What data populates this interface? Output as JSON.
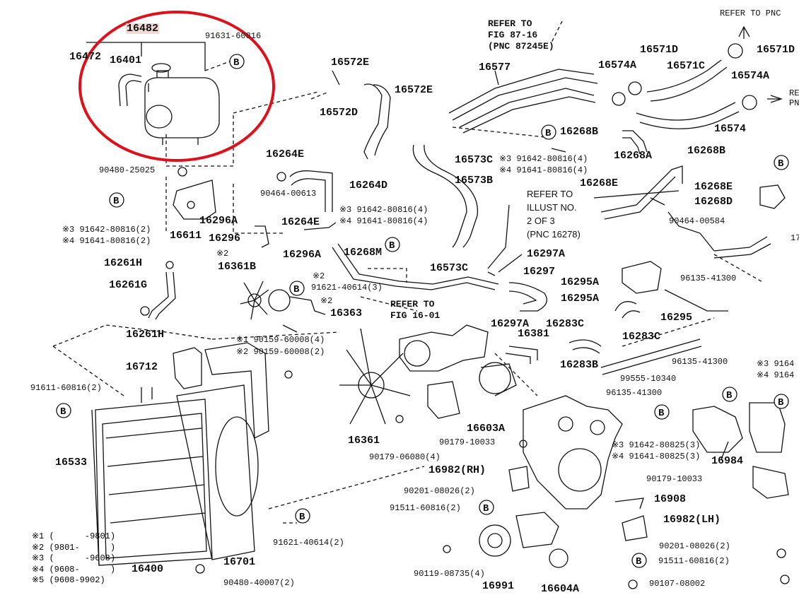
{
  "labels": {
    "l16482": "16482",
    "l91631_60816": "91631-60816",
    "l16472": "16472",
    "l16401": "16401",
    "l90480_25025": "90480-25025",
    "l91642_80816_2": "※3 91642-80816(2)",
    "l91641_80816_2": "※4 91641-80816(2)",
    "l16611": "16611",
    "l16261H_a": "16261H",
    "l16261G": "16261G",
    "l16261H_b": "16261H",
    "l16712": "16712",
    "l91611_60816": "91611-60816(2)",
    "l16533": "16533",
    "l16400": "16400",
    "l16701": "16701",
    "l90480_40007": "90480-40007(2)",
    "l91621_40614_2": "91621-40614(2)",
    "l16572E": "16572E",
    "l16572E_b": "16572E",
    "l16572D": "16572D",
    "l16577": "16577",
    "l16264E": "16264E",
    "l16264D": "16264D",
    "l90464_00613": "90464-00613",
    "l16296A": "16296A",
    "l16264E_b": "16264E",
    "l16296": "16296",
    "l16296A_b": "16296A",
    "l16268M": "16268M",
    "l16361B": "16361B",
    "l16361B_mark": "※2",
    "l91621_40614_3": "91621-40614(3)",
    "l91621_mark": "※2",
    "l16363": "16363",
    "l16363_mark": "※2",
    "l90159_a": "※1 90159-60008(4)",
    "l90159_b": "※2 90159-60008(2)",
    "l16573C": "16573C",
    "l16573B": "16573B",
    "l16573C_b": "16573C",
    "l91642_80816_4": "※3 91642-80816(4)",
    "l91641_80816_4": "※4 91641-80816(4)",
    "l91642_80816_4b": "※3 91642-80816(4)",
    "l91641_80816_4b": "※4 91641-80816(4)",
    "l16268B": "16268B",
    "l16268A": "16268A",
    "l16268B_b": "16268B",
    "l16268E": "16268E",
    "l16268E_b": "16268E",
    "l16268D": "16268D",
    "l16574A": "16574A",
    "l16571D": "16571D",
    "l16571C": "16571C",
    "l16571D_b": "16571D",
    "l16574A_b": "16574A",
    "l16574": "16574",
    "l90464_00584": "90464-00584",
    "l96135_41300": "96135-41300",
    "l16297A": "16297A",
    "l16297": "16297",
    "l16295A": "16295A",
    "l16295A_b": "16295A",
    "l16295": "16295",
    "l16297A_b": "16297A",
    "l16381": "16381",
    "l16283C": "16283C",
    "l16283C_b": "16283C",
    "l16283B": "16283B",
    "l96135_41300_b": "96135-41300",
    "l99555_10340": "99555-10340",
    "l96135_41300_c": "96135-41300",
    "l16361": "16361",
    "l90179_06080": "90179-06080(4)",
    "l16603A": "16603A",
    "l90179_10033": "90179-10033",
    "l16982RH": "16982(RH)",
    "l90201_08026": "90201-08026(2)",
    "l91511_60816": "91511-60816(2)",
    "l91642_80825": "※3 91642-80825(3)",
    "l91641_80825": "※4 91641-80825(3)",
    "l90179_10033_b": "90179-10033",
    "l16908": "16908",
    "l16982LH": "16982(LH)",
    "l90201_08026_b": "90201-08026(2)",
    "l91511_60816_b": "91511-60816(2)",
    "l90119_08735": "90119-08735(4)",
    "l16991": "16991",
    "l16604A": "16604A",
    "l90107_08002": "90107-08002",
    "l16984": "16984",
    "l91641_right": "※4 9164",
    "l91642_right": "※3 9164",
    "l17_right": "17",
    "l_refer_pnc": "REFER TO PNC",
    "l_refer_p": "RE",
    "l_refer_p2": "PN"
  },
  "notes": {
    "refer_87": "REFER TO",
    "refer_87b": "FIG 87-16",
    "refer_87c": "(PNC 87245E)",
    "refer_illus_1": "REFER TO",
    "refer_illus_2": "ILLUST NO.",
    "refer_illus_3": "2 OF 3",
    "refer_illus_4": "(PNC 16278)",
    "refer_16_1": "REFER TO",
    "refer_16_2": "FIG 16-01"
  },
  "legend": [
    {
      "mark": "※1",
      "range": "(      -9801)"
    },
    {
      "mark": "※2",
      "range": "(9801-      )"
    },
    {
      "mark": "※3",
      "range": "(      -9608)"
    },
    {
      "mark": "※4",
      "range": "(9608-      )"
    },
    {
      "mark": "※5",
      "range": "(9608-9902)"
    }
  ],
  "callout_letter": "B",
  "colors": {
    "highlight_circle": "#e0101a",
    "line": "#111111",
    "label_highlight": "#f3d9d3"
  }
}
